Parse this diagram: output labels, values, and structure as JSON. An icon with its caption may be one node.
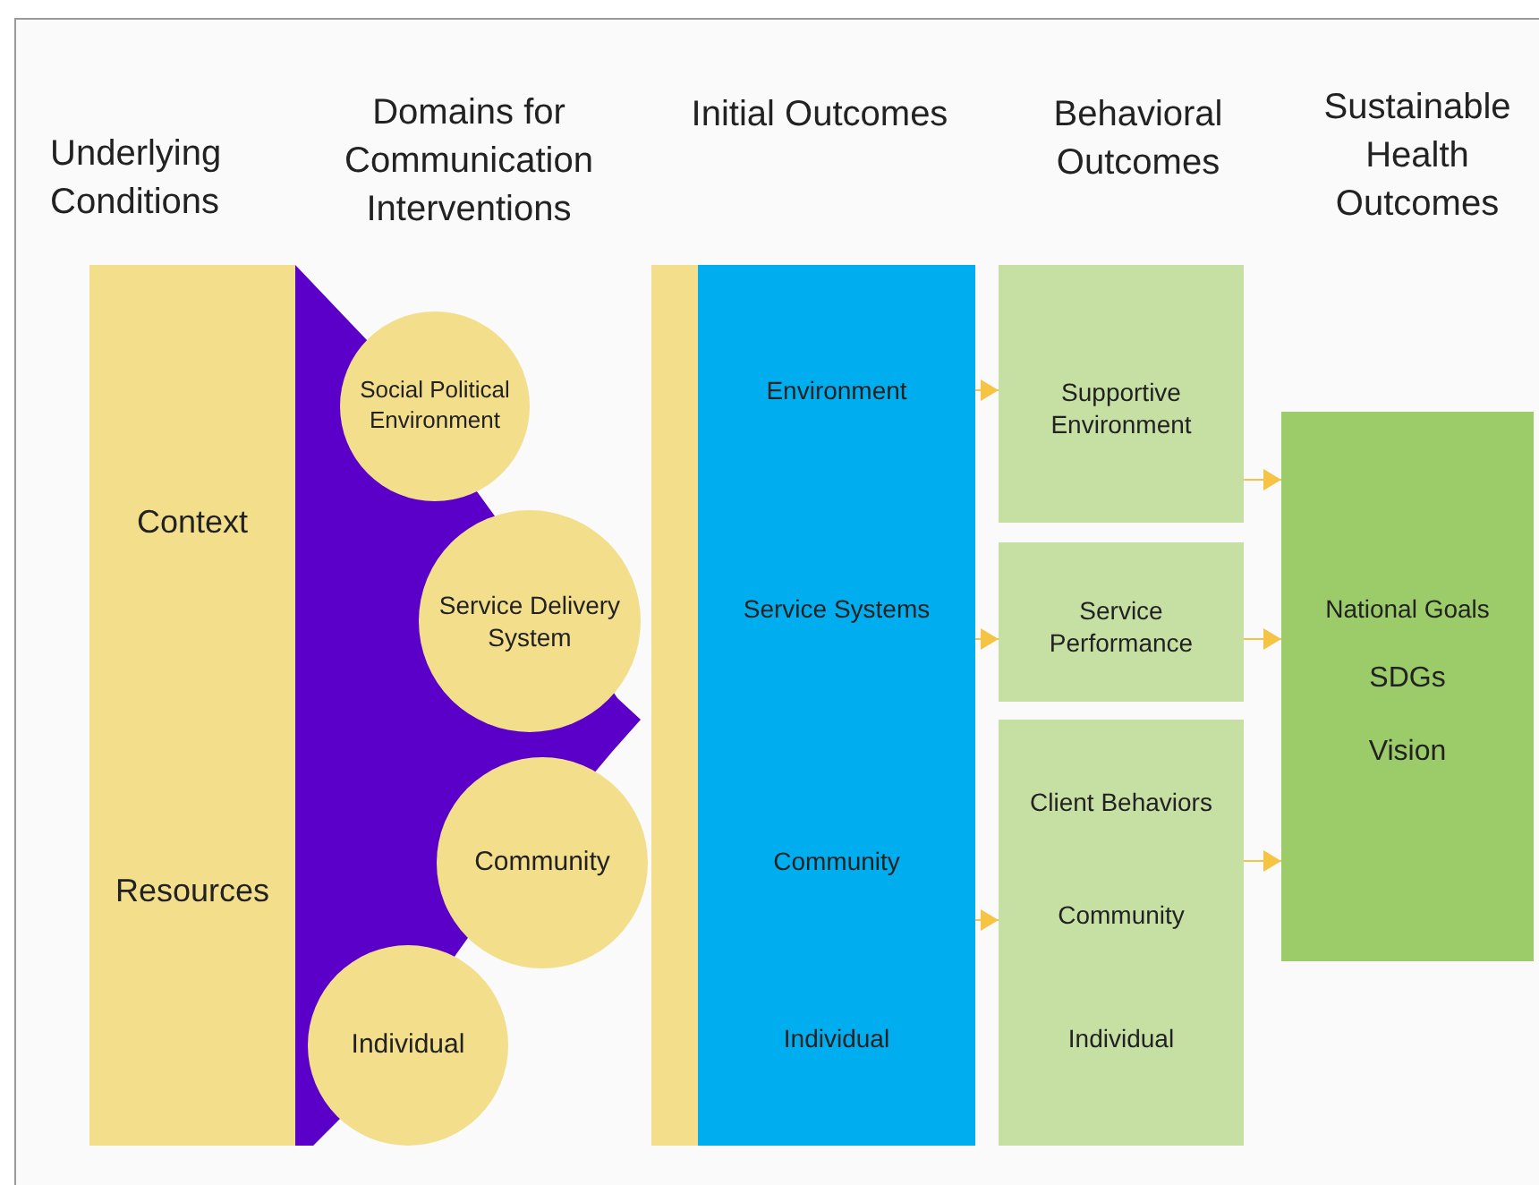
{
  "diagram": {
    "nodes": [
      {
        "text": [
          "Context",
          "Resources"
        ]
      },
      {
        "text": [
          "Social Political Environment"
        ]
      },
      {
        "text": [
          "Service Delivery System"
        ]
      },
      {
        "text": [
          "Community"
        ]
      },
      {
        "text": [
          "Individual"
        ]
      },
      {
        "text": [],
        "shape": "bar"
      },
      {
        "text": [
          "Environment",
          "Service Systems",
          "Community",
          "Individual"
        ]
      },
      {
        "text": [
          "Supportive Environment"
        ]
      },
      {
        "text": [
          "Service Performance"
        ]
      },
      {
        "text": [
          "Client Behaviors",
          "Community",
          "Individual"
        ]
      },
      {
        "text": [
          "National Goals",
          "SDGs",
          "Vision"
        ]
      }
    ],
    "edges": [
      {
        "from": 6,
        "to": 7,
        "arrow": "to"
      },
      {
        "from": 6,
        "to": 8,
        "arrow": "to"
      },
      {
        "from": 6,
        "to": 9,
        "arrow": "to"
      },
      {
        "from": 7,
        "to": 10,
        "arrow": "to"
      },
      {
        "from": 8,
        "to": 10,
        "arrow": "to"
      },
      {
        "from": 9,
        "to": 10,
        "arrow": "to"
      }
    ],
    "labels": [
      "Underlying Conditions",
      "Domains for Communication Interventions",
      "Initial Outcomes",
      "Behavioral Outcomes",
      "Sustainable Health Outcomes"
    ]
  }
}
